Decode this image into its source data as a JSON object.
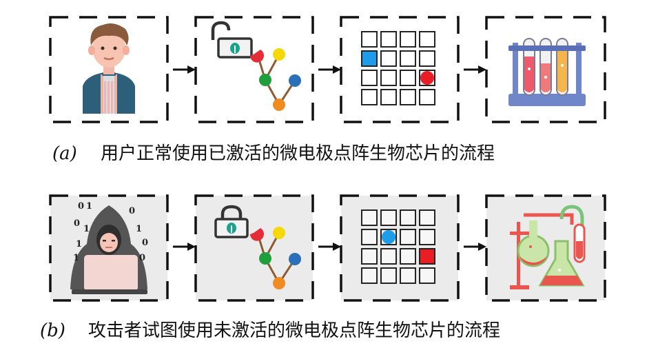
{
  "captions": {
    "a_label": "(a)",
    "a_text": "用户正常使用已激活的微电极点阵生物芯片的流程",
    "b_label": "(b)",
    "b_text": "攻击者试图使用未激活的微电极点阵生物芯片的流程"
  },
  "icons": {
    "a": [
      "user-icon",
      "unlocked-padlock-icon",
      "electrode-grid-icon",
      "test-tubes-icon"
    ],
    "b": [
      "hacker-icon",
      "locked-padlock-icon",
      "electrode-grid-icon",
      "broken-lab-flask-icon"
    ]
  },
  "binary_digits": [
    "0",
    "1",
    "0",
    "0",
    "1",
    "1",
    "1",
    "0",
    "1",
    "0"
  ],
  "colors": {
    "frame_stroke": "#111111",
    "row_b_background": "#ebebeb",
    "blue_droplet": "#1e9be9",
    "red_droplet": "#e81d25",
    "tree_red": "#e52d37",
    "tree_yellow": "#f5d80a",
    "tree_green": "#1f9e3c",
    "tree_blue": "#2a6fb8",
    "tree_orange": "#f08b22"
  }
}
